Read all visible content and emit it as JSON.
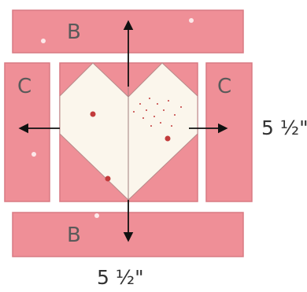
{
  "pieces": {
    "top_label": "B",
    "bottom_label": "B",
    "left_label": "C",
    "right_label": "C"
  },
  "dimensions": {
    "width": "5 ½\"",
    "height": "5 ½\""
  },
  "colors": {
    "pink_fabric": "#ef8f97",
    "pink_border": "#d97a83",
    "heart_fabric": "#fbf6ec",
    "heart_dots": "#c23b3b",
    "arrow": "#111111"
  }
}
